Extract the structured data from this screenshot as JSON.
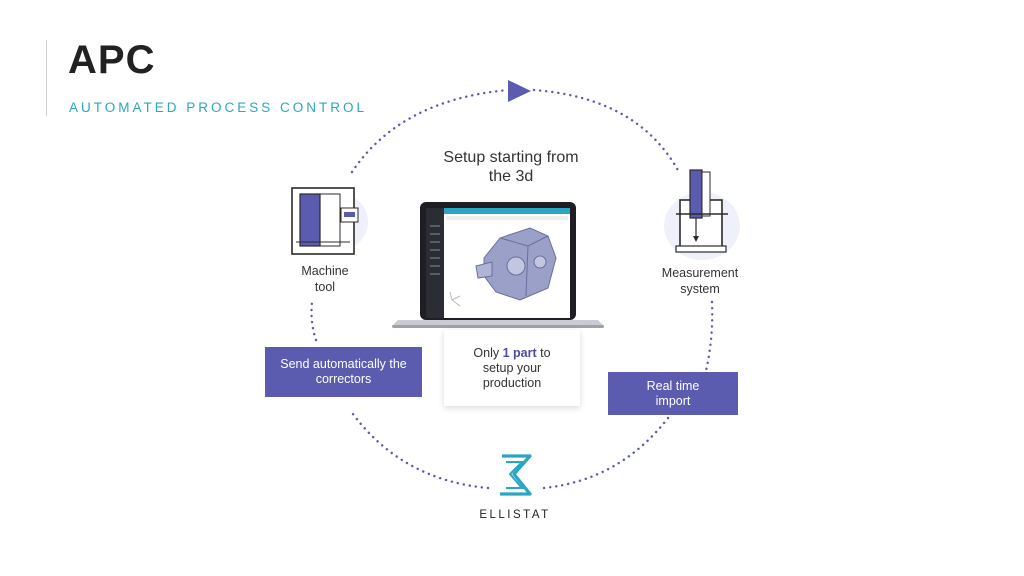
{
  "slide": {
    "title": "APC",
    "subtitle": "AUTOMATED PROCESS CONTROL"
  },
  "nodes": {
    "machine_tool": {
      "line1": "Machine",
      "line2": "tool"
    },
    "measurement": {
      "line1": "Measurement",
      "line2": "system"
    },
    "setup": {
      "line1": "Setup starting from",
      "line2": "the 3d"
    },
    "brand": "ELLISTAT"
  },
  "boxes": {
    "send": {
      "line1": "Send automatically the",
      "line2": "correctors"
    },
    "import": {
      "line1": "Real time",
      "line2": "import"
    }
  },
  "card": {
    "prefix": "Only ",
    "highlight": "1 part",
    "suffix": " to",
    "line2": "setup your",
    "line3": "production"
  },
  "colors": {
    "accent": "#5b5baf",
    "subtitle": "#2aa6c4",
    "dots": "#5b5baf"
  }
}
